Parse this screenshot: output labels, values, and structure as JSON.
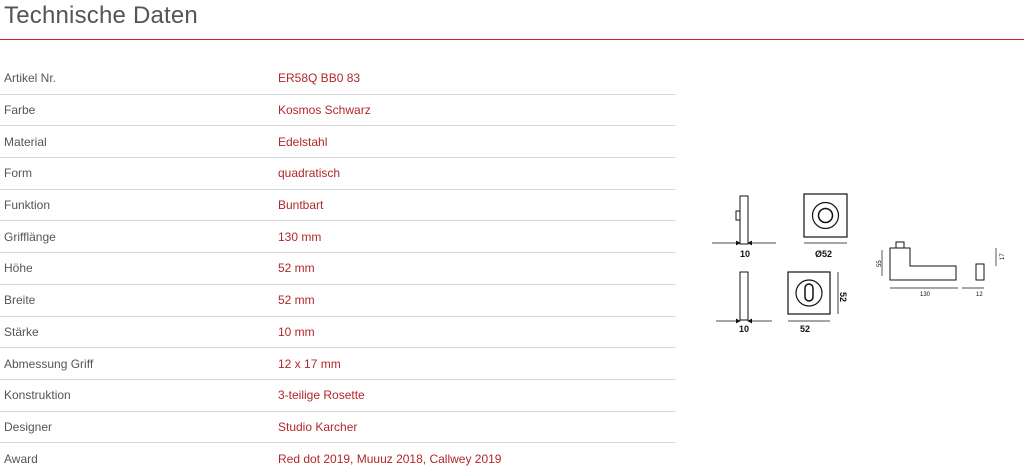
{
  "section": {
    "title": "Technische Daten"
  },
  "specs": [
    {
      "label": "Artikel Nr.",
      "value": "ER58Q BB0 83"
    },
    {
      "label": "Farbe",
      "value": "Kosmos Schwarz"
    },
    {
      "label": "Material",
      "value": "Edelstahl"
    },
    {
      "label": "Form",
      "value": "quadratisch"
    },
    {
      "label": "Funktion",
      "value": "Buntbart"
    },
    {
      "label": "Grifflänge",
      "value": "130 mm"
    },
    {
      "label": "Höhe",
      "value": "52 mm"
    },
    {
      "label": "Breite",
      "value": "52 mm"
    },
    {
      "label": "Stärke",
      "value": "10 mm"
    },
    {
      "label": "Abmessung Griff",
      "value": "12 x 17 mm"
    },
    {
      "label": "Konstruktion",
      "value": "3-teilige Rosette"
    },
    {
      "label": "Designer",
      "value": "Studio Karcher"
    },
    {
      "label": "Award",
      "value": "Red dot 2019, Muuuz 2018, Callwey 2019"
    }
  ],
  "drawing": {
    "dim_rose_side_top": "10",
    "dim_rose_front_top": "Ø52",
    "dim_rose_side_bottom": "10",
    "dim_rose_front_bottom_width": "52",
    "dim_rose_front_bottom_height": "52",
    "dim_handle_height": "55",
    "dim_handle_length": "130",
    "dim_handle_end": "12",
    "dim_handle_section": "17"
  },
  "colors": {
    "accent": "#c8262d",
    "value_text": "#b3262b",
    "label_text": "#555555",
    "divider": "#d9d9d9"
  }
}
